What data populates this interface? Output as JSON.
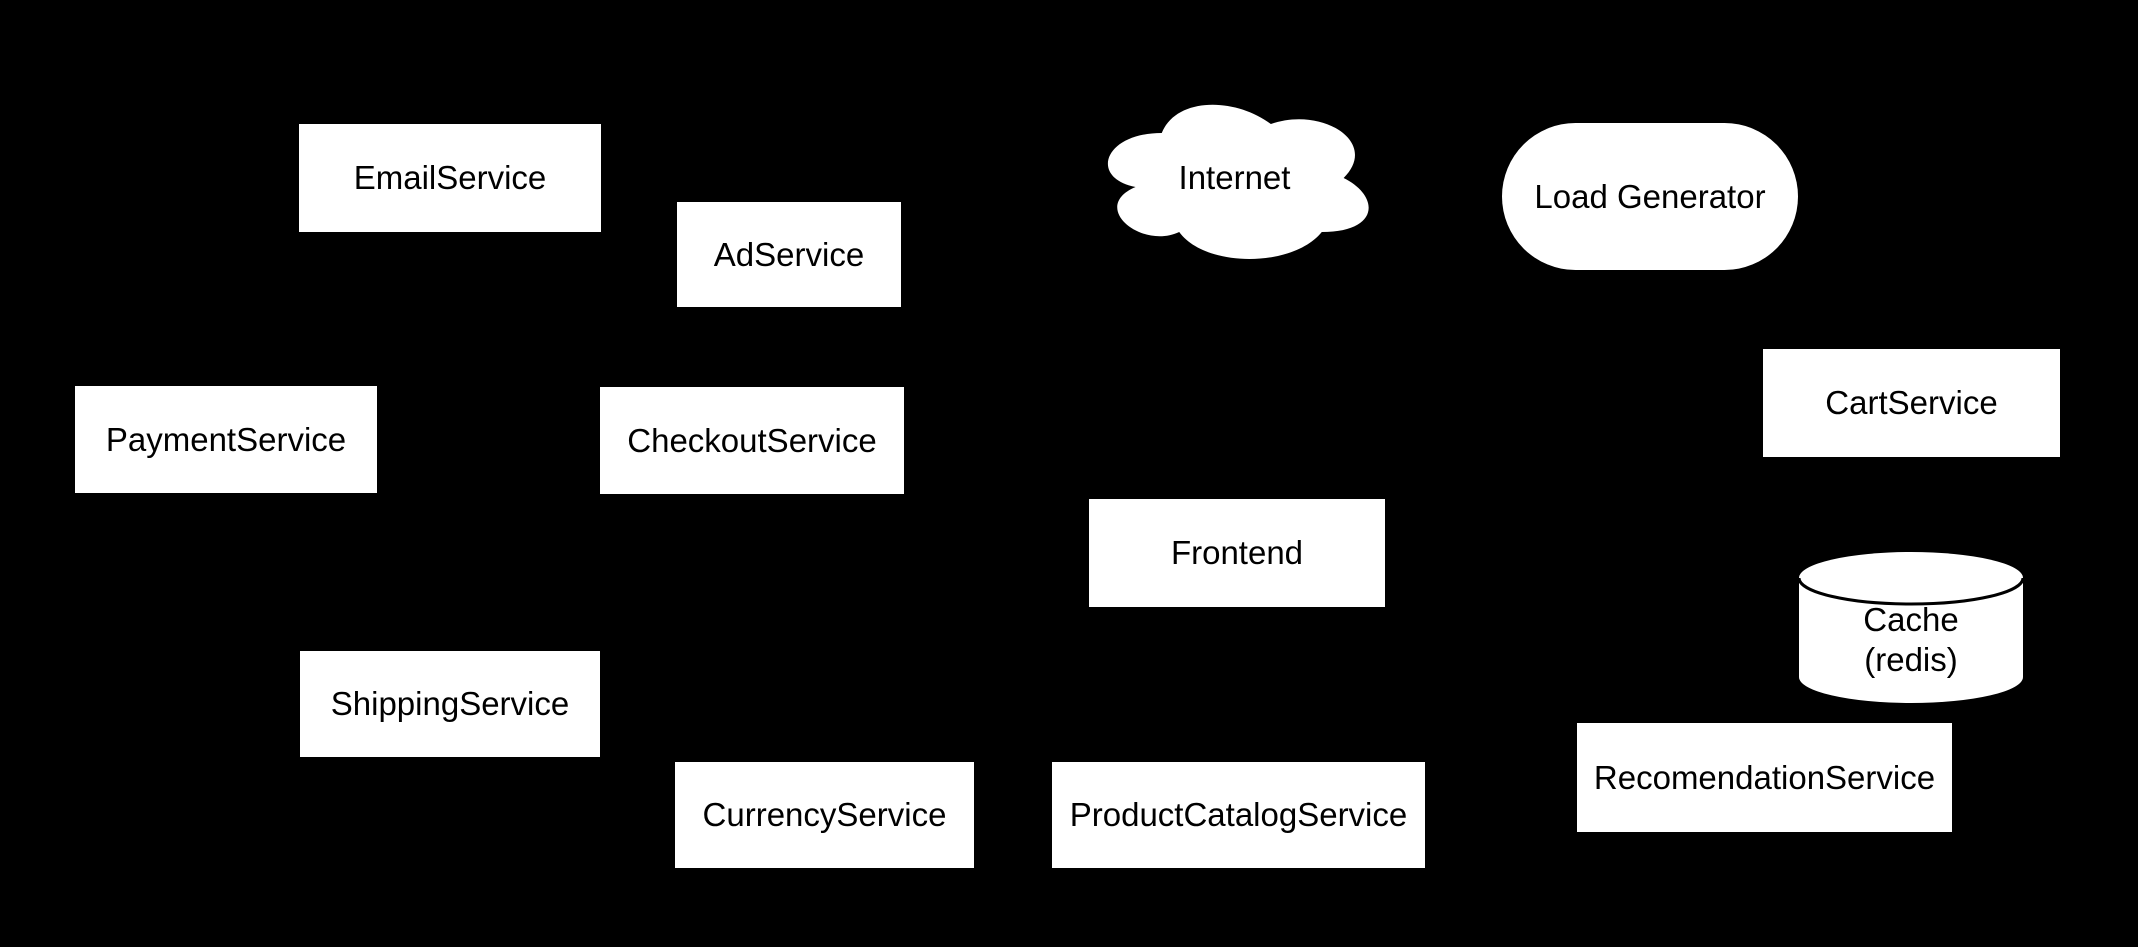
{
  "diagram": {
    "colors": {
      "background": "#000000",
      "node_fill": "#ffffff",
      "node_text": "#000000",
      "cylinder_rim": "#000000"
    },
    "nodes": {
      "email_service": {
        "label": "EmailService",
        "shape": "rectangle"
      },
      "ad_service": {
        "label": "AdService",
        "shape": "rectangle"
      },
      "internet": {
        "label": "Internet",
        "shape": "cloud"
      },
      "load_generator": {
        "label": "Load Generator",
        "shape": "stadium"
      },
      "payment_service": {
        "label": "PaymentService",
        "shape": "rectangle"
      },
      "checkout_service": {
        "label": "CheckoutService",
        "shape": "rectangle"
      },
      "cart_service": {
        "label": "CartService",
        "shape": "rectangle"
      },
      "frontend": {
        "label": "Frontend",
        "shape": "rectangle"
      },
      "cache_redis": {
        "label": "Cache\n(redis)",
        "shape": "cylinder"
      },
      "shipping_service": {
        "label": "ShippingService",
        "shape": "rectangle"
      },
      "currency_service": {
        "label": "CurrencyService",
        "shape": "rectangle"
      },
      "product_catalog_service": {
        "label": "ProductCatalogService",
        "shape": "rectangle"
      },
      "recomendation_service": {
        "label": "RecomendationService",
        "shape": "rectangle"
      }
    }
  }
}
